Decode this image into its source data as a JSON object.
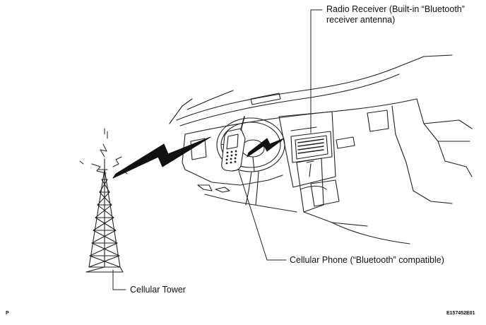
{
  "callouts": {
    "radio_receiver_line1": "Radio Receiver (Built-in “Bluetooth”",
    "radio_receiver_line2": "receiver antenna)",
    "cellular_phone": "Cellular Phone (“Bluetooth” compatible)",
    "cellular_tower": "Cellular Tower"
  },
  "corner_marks": {
    "left": "P",
    "right": "E157452E01"
  },
  "colors": {
    "ink": "#111111",
    "background": "#ffffff"
  }
}
